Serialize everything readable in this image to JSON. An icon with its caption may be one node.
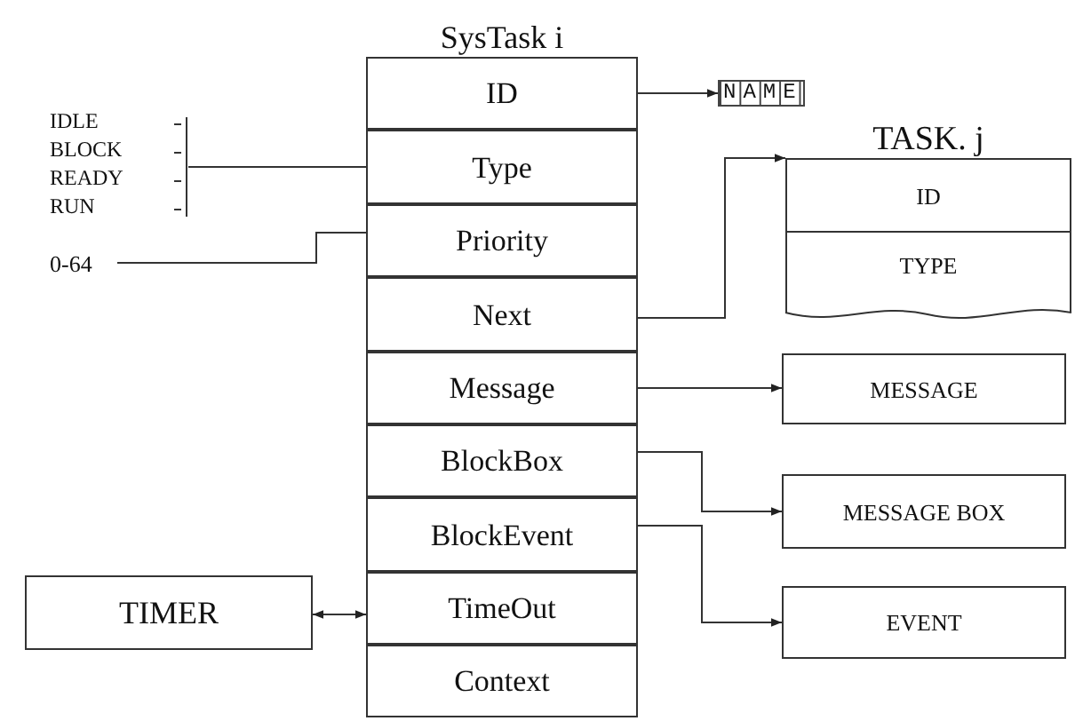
{
  "diagram": {
    "nodes": [
      {
        "text": [
          "SysTask i"
        ]
      },
      {
        "text": [
          "ID"
        ],
        "in": 0
      },
      {
        "text": [
          "Type"
        ],
        "in": 0
      },
      {
        "text": [
          "Priority"
        ],
        "in": 0
      },
      {
        "text": [
          "Next"
        ],
        "in": 0
      },
      {
        "text": [
          "Message"
        ],
        "in": 0
      },
      {
        "text": [
          "BlockBox"
        ],
        "in": 0
      },
      {
        "text": [
          "BlockEvent"
        ],
        "in": 0
      },
      {
        "text": [
          "TimeOut"
        ],
        "in": 0
      },
      {
        "text": [
          "Context"
        ],
        "in": 0
      },
      {
        "text": [
          "NAME"
        ]
      },
      {
        "text": [
          "TASK. j"
        ]
      },
      {
        "text": [
          "ID"
        ],
        "in": 11
      },
      {
        "text": [
          "TYPE"
        ],
        "in": 11
      },
      {
        "text": [
          "MESSAGE"
        ]
      },
      {
        "text": [
          "MESSAGE BOX"
        ]
      },
      {
        "text": [
          "EVENT"
        ]
      },
      {
        "text": [
          "TIMER"
        ]
      },
      {
        "text": [
          "IDLE",
          "BLOCK",
          "READY",
          "RUN"
        ]
      },
      {
        "text": [
          "0-64"
        ]
      }
    ],
    "edges": [
      {
        "from": 1,
        "to": 10,
        "arrow": "to"
      },
      {
        "from": 4,
        "to": 11,
        "arrow": "to"
      },
      {
        "from": 5,
        "to": 14,
        "arrow": "to"
      },
      {
        "from": 6,
        "to": 15,
        "arrow": "to"
      },
      {
        "from": 7,
        "to": 16,
        "arrow": "to"
      },
      {
        "from": 17,
        "to": 8,
        "arrow": "both"
      },
      {
        "from": 18,
        "to": 2,
        "arrow": "none"
      },
      {
        "from": 19,
        "to": 3,
        "arrow": "none"
      }
    ]
  }
}
